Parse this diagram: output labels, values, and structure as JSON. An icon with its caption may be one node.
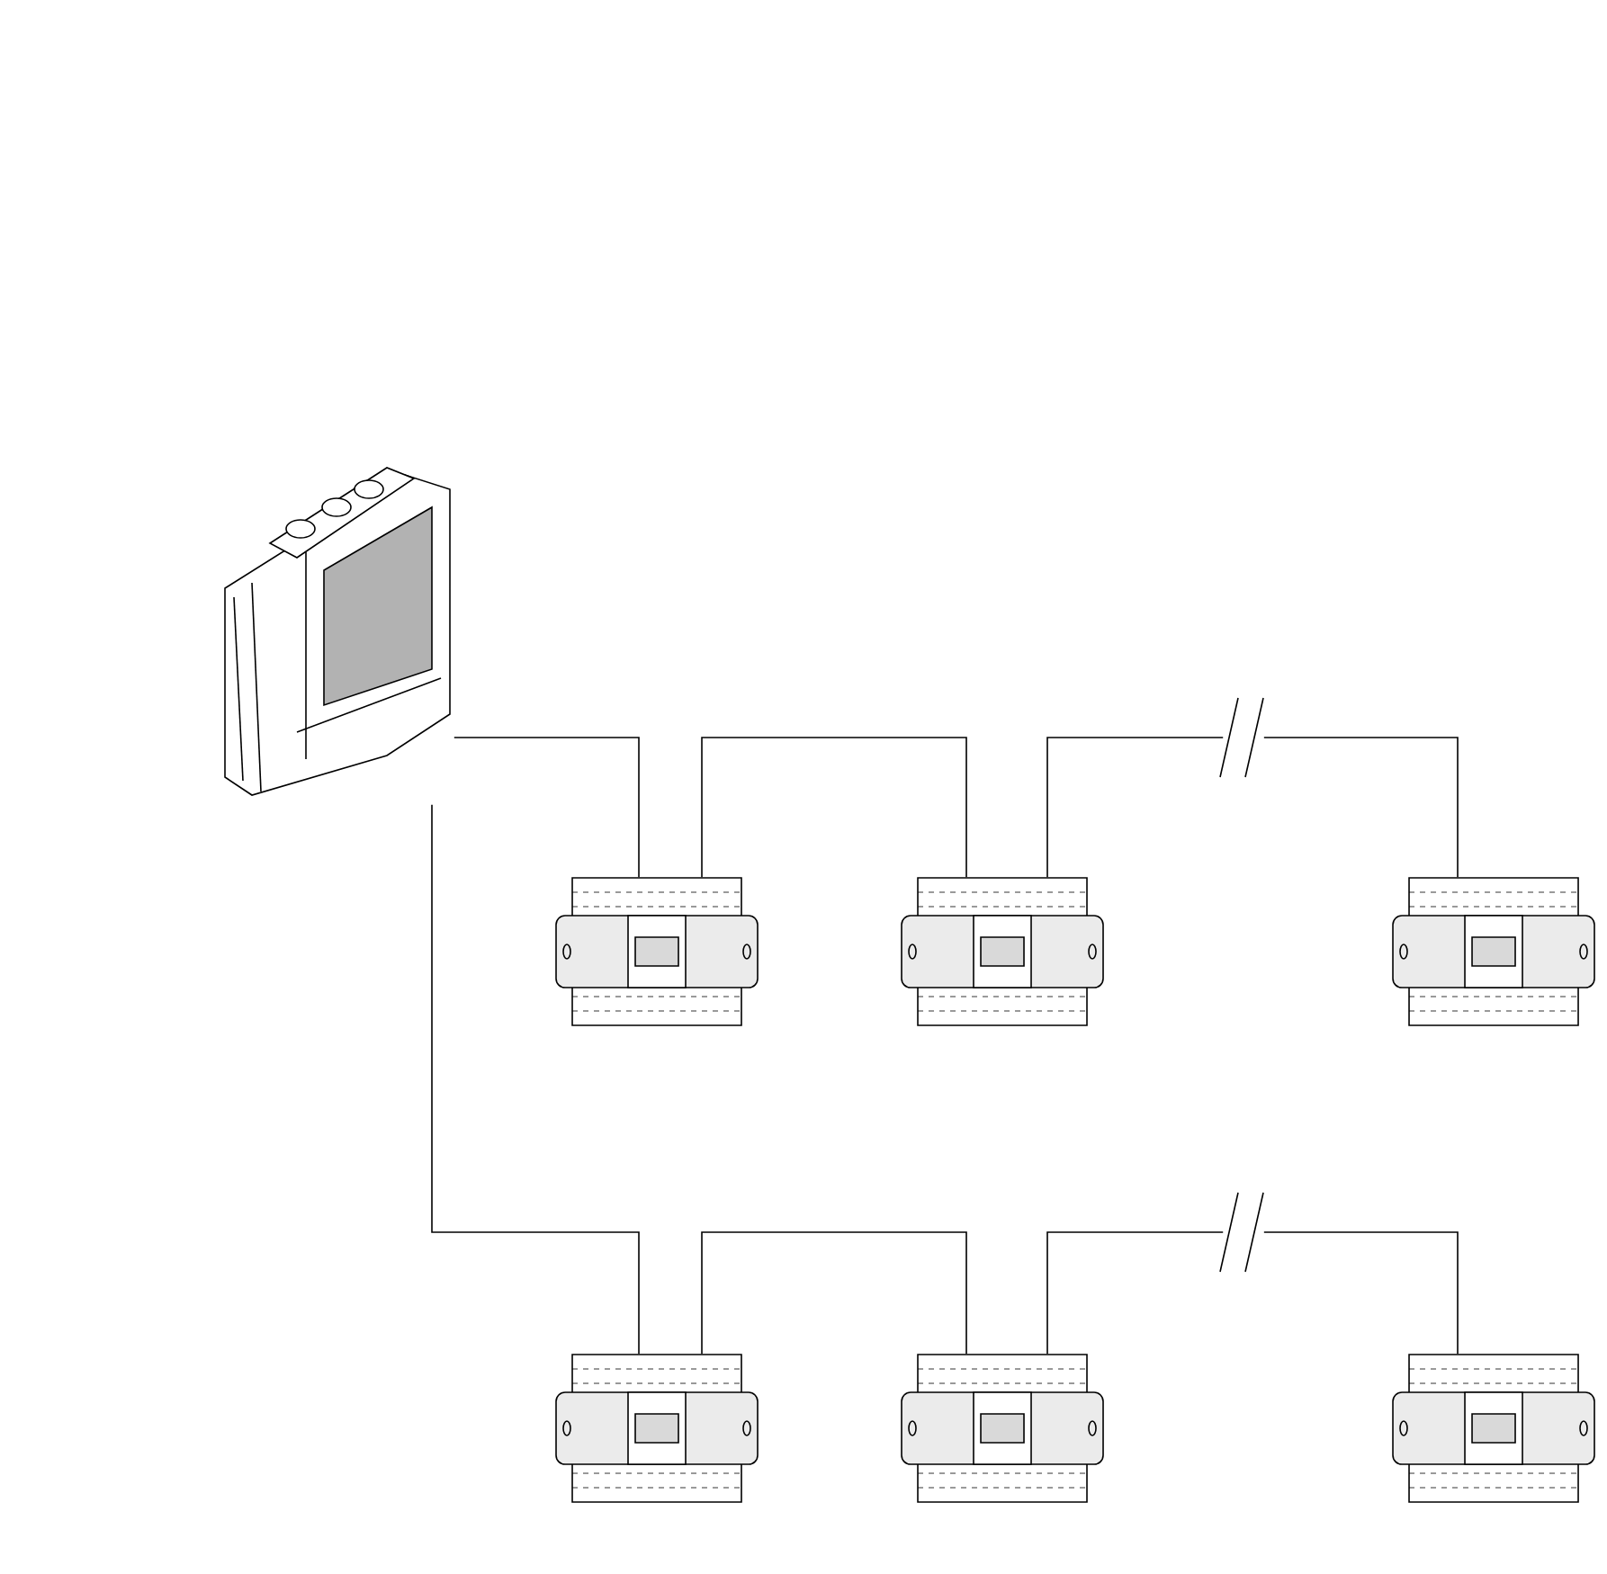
{
  "diagram": {
    "nodes": [
      {
        "text": [],
        "shape": "picture"
      },
      {
        "text": [],
        "shape": "picture"
      },
      {
        "text": [],
        "shape": "picture"
      },
      {
        "text": [],
        "shape": "picture"
      },
      {
        "text": [],
        "shape": "picture"
      },
      {
        "text": [],
        "shape": "picture"
      },
      {
        "text": [],
        "shape": "picture"
      }
    ],
    "edges": [
      {
        "from": 0,
        "to": 1,
        "arrow": "none"
      },
      {
        "from": 1,
        "to": 2,
        "arrow": "none"
      },
      {
        "from": 2,
        "to": 3,
        "arrow": "none"
      },
      {
        "from": 0,
        "to": 4,
        "arrow": "none"
      },
      {
        "from": 4,
        "to": 5,
        "arrow": "none"
      },
      {
        "from": 5,
        "to": 6,
        "arrow": "none"
      }
    ]
  }
}
